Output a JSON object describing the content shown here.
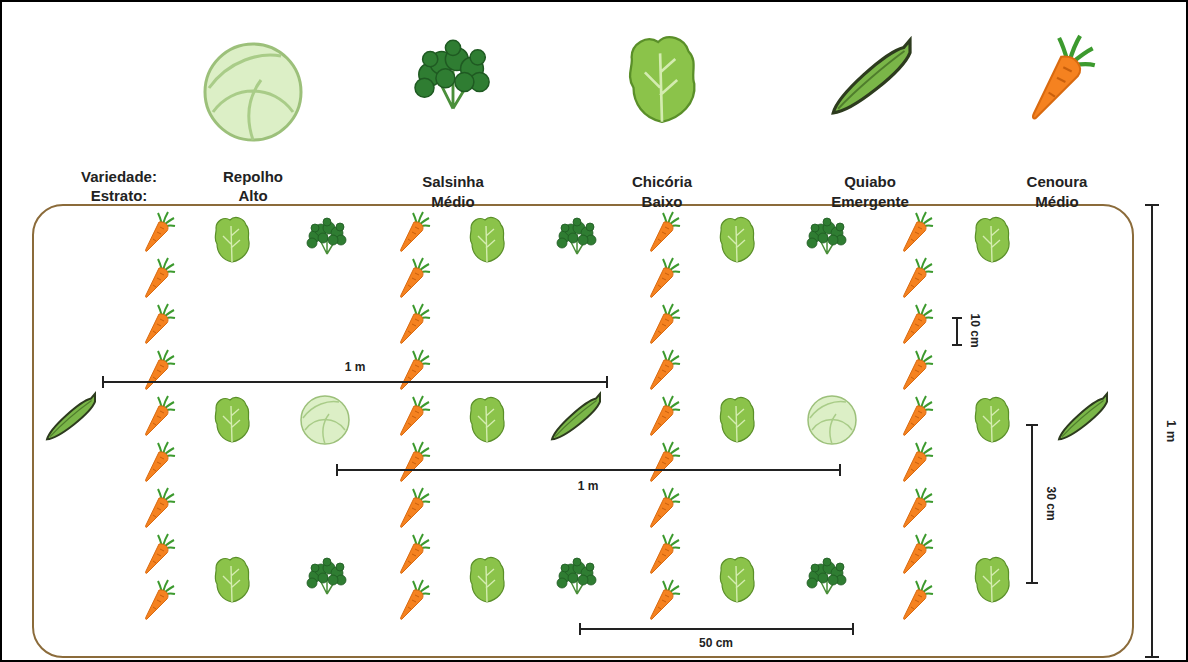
{
  "diagram": {
    "labels": [
      "Variedade:",
      "Estrato:",
      "Repolho",
      "Alto",
      "Salsinha",
      "Médio",
      "Chicória",
      "Baixo",
      "Quiabo",
      "Emergente",
      "Cenoura",
      "Médio",
      "1 m",
      "1 m",
      "10 cm",
      "30 cm",
      "50 cm",
      "1 m"
    ]
  }
}
